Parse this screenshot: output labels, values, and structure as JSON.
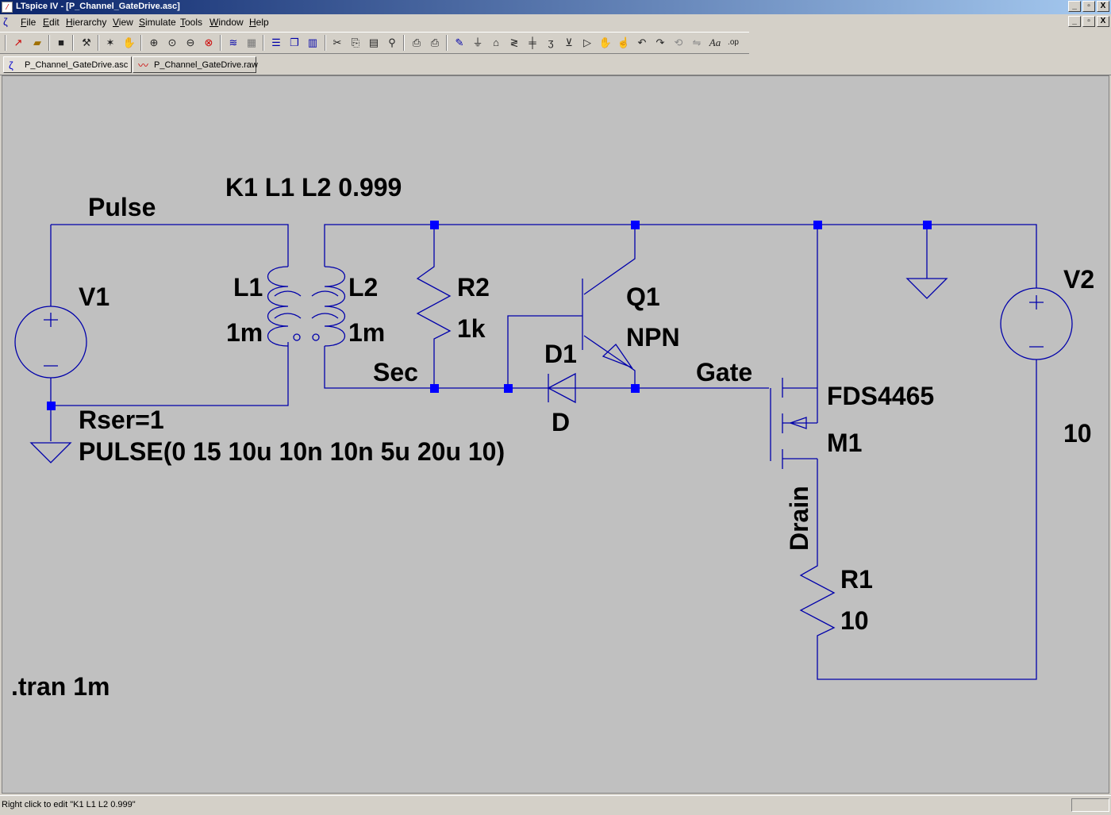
{
  "window": {
    "title": "LTspice IV - [P_Channel_GateDrive.asc]",
    "app_icon": "ltspice-logo-icon",
    "controls": [
      "_",
      "▫",
      "X"
    ],
    "doc_controls": [
      "_",
      "▫",
      "X"
    ]
  },
  "menu": {
    "items": [
      {
        "u": "F",
        "rest": "ile"
      },
      {
        "u": "E",
        "rest": "dit"
      },
      {
        "u": "H",
        "rest": "ierarchy"
      },
      {
        "u": "V",
        "rest": "iew"
      },
      {
        "u": "S",
        "rest": "imulate"
      },
      {
        "u": "T",
        "rest": "ools"
      },
      {
        "u": "W",
        "rest": "indow"
      },
      {
        "u": "H",
        "rest": "elp"
      }
    ]
  },
  "tabs": [
    {
      "label": "P_Channel_GateDrive.asc",
      "icon": "schematic-icon",
      "active": true
    },
    {
      "label": "P_Channel_GateDrive.raw",
      "icon": "waveform-icon",
      "active": false
    }
  ],
  "schematic": {
    "labels": {
      "pulse": "Pulse",
      "coupling": "K1 L1 L2 0.999",
      "v1": "V1",
      "l1": "L1",
      "l1_val": "1m",
      "l2": "L2",
      "l2_val": "1m",
      "r2": "R2",
      "r2_val": "1k",
      "q1": "Q1",
      "q1_model": "NPN",
      "d1": "D1",
      "d1_model": "D",
      "sec": "Sec",
      "gate": "Gate",
      "m1_model": "FDS4465",
      "m1": "M1",
      "drain": "Drain",
      "r1": "R1",
      "r1_val": "10",
      "v2": "V2",
      "v2_val": "10",
      "rser": "Rser=1",
      "pulse_spec": "PULSE(0 15 10u 10n 10n 5u 20u 10)",
      "tran": ".tran 1m"
    }
  },
  "status": {
    "text": "Right click to edit \"K1 L1 L2 0.999\""
  },
  "colors": {
    "wire": "#0000aa",
    "junction": "#0000ff",
    "canvas": "#c0c0c0",
    "label": "#000000"
  }
}
